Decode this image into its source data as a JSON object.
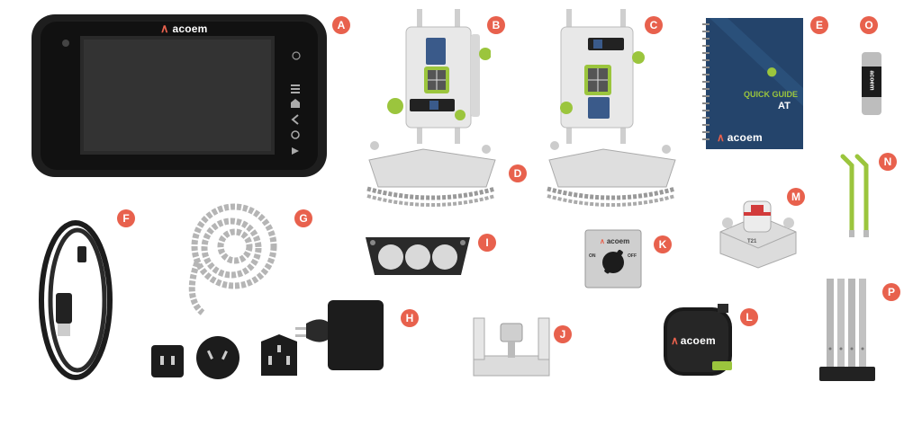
{
  "colors": {
    "badge": "#e8614d",
    "accent_green": "#9bc53d",
    "dark": "#1c1c1c",
    "guide_blue": "#24446b",
    "brand_red": "#e8614d"
  },
  "brand": "acoem",
  "quick_guide": {
    "line1": "QUICK GUIDE",
    "line2": "AT"
  },
  "switch_labels": {
    "on": "ON",
    "off": "OFF"
  },
  "tripod_label": "T21",
  "badges": [
    {
      "label": "A",
      "item": "display-unit"
    },
    {
      "label": "B",
      "item": "sensor-unit-s"
    },
    {
      "label": "C",
      "item": "sensor-unit-m"
    },
    {
      "label": "D",
      "item": "chain-brackets"
    },
    {
      "label": "E",
      "item": "quick-guide"
    },
    {
      "label": "F",
      "item": "usb-cable"
    },
    {
      "label": "G",
      "item": "chain"
    },
    {
      "label": "H",
      "item": "power-adapter"
    },
    {
      "label": "I",
      "item": "magnetic-base"
    },
    {
      "label": "J",
      "item": "offset-bracket"
    },
    {
      "label": "K",
      "item": "magnetic-switch-base"
    },
    {
      "label": "L",
      "item": "measuring-tape"
    },
    {
      "label": "M",
      "item": "tripod-mount"
    },
    {
      "label": "N",
      "item": "wrench-keys"
    },
    {
      "label": "O",
      "item": "usb-stick"
    },
    {
      "label": "P",
      "item": "extension-rods"
    }
  ]
}
